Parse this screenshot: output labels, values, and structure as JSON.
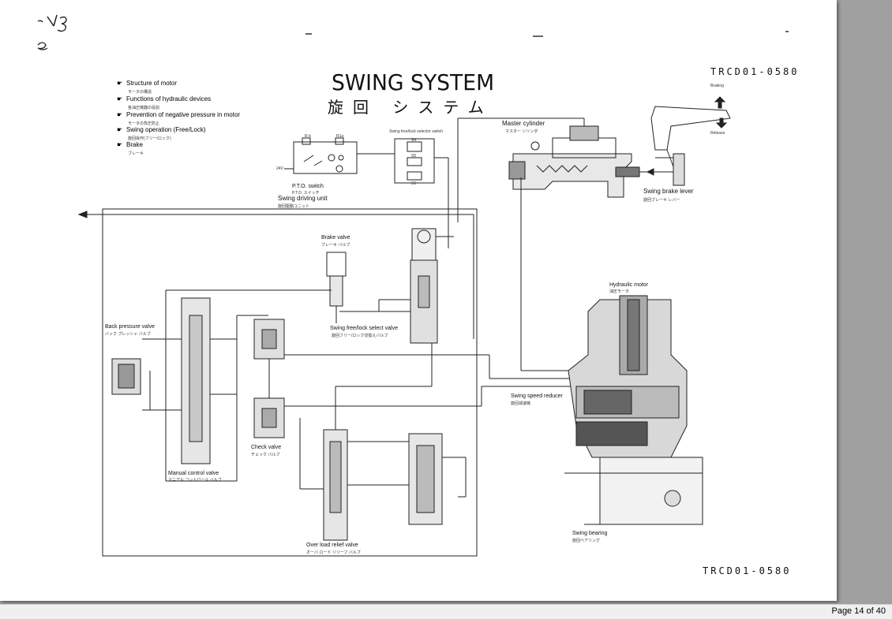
{
  "doc": {
    "id_top": "TRCD01-0580",
    "id_bottom": "TRCD01-0580",
    "title": "SWING SYSTEM",
    "title_jp": "旋回 システム",
    "handwriting": "13"
  },
  "legend": [
    {
      "en": "Structure of motor",
      "jp": "モータの構造"
    },
    {
      "en": "Functions of hydraulic devices",
      "jp": "各油圧機器の役割"
    },
    {
      "en": "Prevention of negative pressure in motor",
      "jp": "モータの負圧防止"
    },
    {
      "en": "Swing operation (Free/Lock)",
      "jp": "旋回操作(フリー/ロック)"
    },
    {
      "en": "Brake",
      "jp": "ブレーキ"
    }
  ],
  "labels": {
    "master_cylinder": "Master cylinder",
    "master_cylinder_jp": "マスター シリンダ",
    "swing_brake_lever": "Swing brake lever",
    "swing_brake_lever_jp": "旋回ブレーキ レバー",
    "braking": "Braking",
    "release": "Release",
    "swing_free_lock_selector": "Swing free/lock selector switch",
    "pto_switch": "P.T.O. switch",
    "pto_switch_jp": "P.T.O. スイッチ",
    "swing_driving_unit": "Swing driving unit",
    "swing_driving_unit_jp": "旋回駆動ユニット",
    "brake_valve": "Brake valve",
    "brake_valve_jp": "ブレーキ バルブ",
    "swing_free_lock_valve": "Swing free/lock select valve",
    "swing_free_lock_valve_jp": "旋回フリー/ロック切換えバルブ",
    "hydraulic_motor": "Hydraulic motor",
    "hydraulic_motor_jp": "油圧モータ",
    "back_pressure_valve": "Back pressure valve",
    "back_pressure_valve_jp": "バック プレッシャ バルブ",
    "check_valve": "Check valve",
    "check_valve_jp": "チェック バルブ",
    "manual_control_valve": "Manual control valve",
    "manual_control_valve_jp": "マニアル コントロール バルブ",
    "swing_speed_reducer": "Swing speed reducer",
    "swing_speed_reducer_jp": "旋回減速機",
    "overload_relief_valve": "Over load relief valve",
    "overload_relief_valve_jp": "オーバ ロード リリーフ バルブ",
    "swing_bearing": "Swing bearing",
    "swing_bearing_jp": "旋回ベアリング",
    "circuit_rb": "R b",
    "circuit_r1a": "R1a",
    "circuit_24v": "24V",
    "circuit_s4": "S4",
    "circuit_s5": "S5",
    "circuit_s6": "S6"
  },
  "status": {
    "page_indicator": "Page 14 of 40"
  }
}
